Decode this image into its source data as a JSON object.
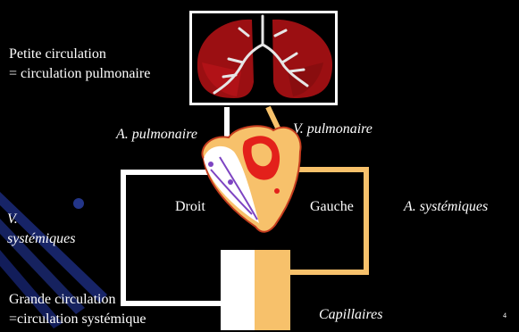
{
  "labels": {
    "petite_line1": "Petite circulation",
    "petite_line2": "= circulation pulmonaire",
    "a_pulmonaire": "A. pulmonaire",
    "v_pulmonaire": "V. pulmonaire",
    "droit": "Droit",
    "gauche": "Gauche",
    "a_systemiques": "A. systémiques",
    "v_line1": "V.",
    "v_line2": "systémiques",
    "grande_line1": "Grande circulation",
    "grande_line2": "=circulation systémique",
    "capillaires": "Capillaires",
    "slide_number": "4"
  },
  "colors": {
    "background": "#000000",
    "venous": "#ffffff",
    "arterial": "#f7c16b",
    "lung": "#9b0f12"
  }
}
